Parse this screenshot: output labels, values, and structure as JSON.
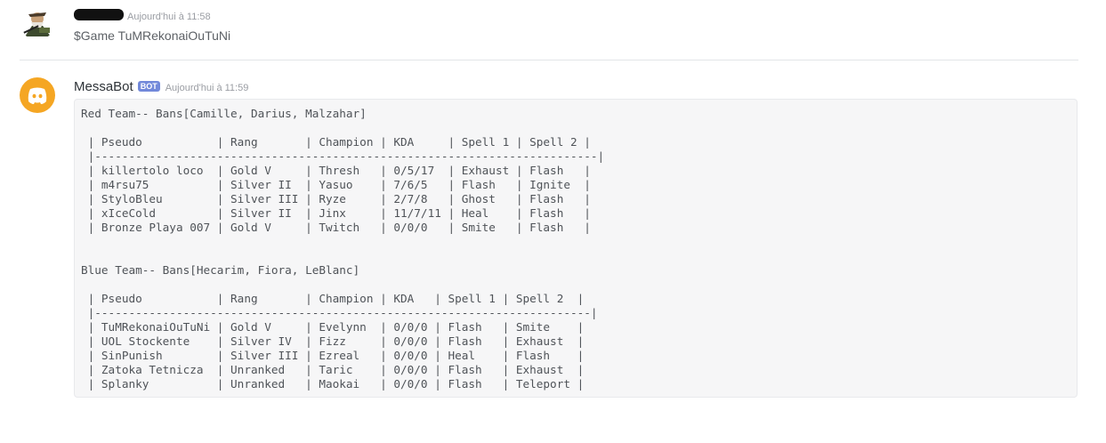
{
  "messages": [
    {
      "author": "",
      "timestamp": "Aujourd'hui à 11:58",
      "content": "$Game TuMRekonaiOuTuNi"
    },
    {
      "author": "MessaBot",
      "bot_tag": "BOT",
      "timestamp": "Aujourd'hui à 11:59",
      "code_lines": [
        "Red Team-- Bans[Camille, Darius, Malzahar]",
        "",
        " | Pseudo           | Rang       | Champion | KDA     | Spell 1 | Spell 2 |",
        " |--------------------------------------------------------------------------|",
        " | killertolo loco  | Gold V     | Thresh   | 0/5/17  | Exhaust | Flash   |",
        " | m4rsu75          | Silver II  | Yasuo    | 7/6/5   | Flash   | Ignite  |",
        " | StyloBleu        | Silver III | Ryze     | 2/7/8   | Ghost   | Flash   |",
        " | xIceCold         | Silver II  | Jinx     | 11/7/11 | Heal    | Flash   |",
        " | Bronze Playa 007 | Gold V     | Twitch   | 0/0/0   | Smite   | Flash   |",
        "",
        "",
        "Blue Team-- Bans[Hecarim, Fiora, LeBlanc]",
        "",
        " | Pseudo           | Rang       | Champion | KDA   | Spell 1 | Spell 2  |",
        " |-------------------------------------------------------------------------|",
        " | TuMRekonaiOuTuNi | Gold V     | Evelynn  | 0/0/0 | Flash   | Smite    |",
        " | UOL Stockente    | Silver IV  | Fizz     | 0/0/0 | Flash   | Exhaust  |",
        " | SinPunish        | Silver III | Ezreal   | 0/0/0 | Heal    | Flash    |",
        " | Zatoka Tetnicza  | Unranked   | Taric    | 0/0/0 | Flash   | Exhaust  |",
        " | Splanky          | Unranked   | Maokai   | 0/0/0 | Flash   | Teleport |"
      ]
    }
  ],
  "colors": {
    "bot_avatar_bg": "#f5a623",
    "bot_tag_bg": "#7289da",
    "timestamp": "#9a9da3"
  },
  "icons": {
    "user_avatar": "user-avatar-icon",
    "bot_avatar": "discord-logo-icon"
  }
}
